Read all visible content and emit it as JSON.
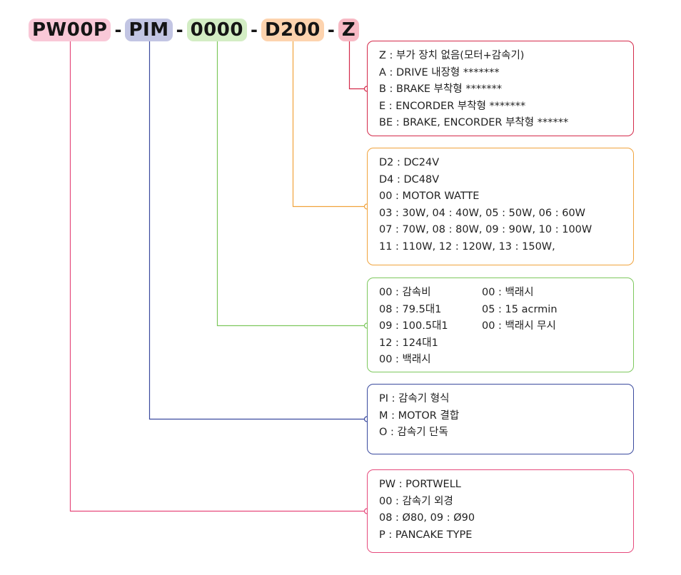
{
  "colors": {
    "z": "#d42a4a",
    "d200": "#f0a33d",
    "0000": "#7dc85d",
    "pim": "#3a4a9e",
    "pw00p": "#e64a7c",
    "z_bg": "#f7b9c4",
    "d200_bg": "#fdd3ae",
    "0000_bg": "#d3edc4",
    "pim_bg": "#c2c5e3",
    "pw00p_bg": "#f9c8d7"
  },
  "code": {
    "segments": [
      {
        "id": "pw00p",
        "text": "PW00P"
      },
      {
        "id": "pim",
        "text": "PIM"
      },
      {
        "id": "0000",
        "text": "0000"
      },
      {
        "id": "d200",
        "text": "D200"
      },
      {
        "id": "z",
        "text": "Z"
      }
    ],
    "separator": "-"
  },
  "boxes": {
    "z": {
      "lines": [
        "Z : 부가 장치 없음(모터+감속기)",
        "A : DRIVE 내장형  *******",
        "B : BRAKE 부착형  *******",
        "E : ENCORDER 부착형  *******",
        "BE : BRAKE, ENCORDER 부착형  ******"
      ]
    },
    "d200": {
      "lines": [
        "D2 : DC24V",
        "D4 : DC48V",
        "00 : MOTOR WATTE",
        "03 : 30W, 04 : 40W, 05 : 50W, 06 : 60W",
        "07 : 70W, 08 : 80W, 09 : 90W, 10 : 100W",
        "11 : 110W, 12 : 120W, 13 : 150W,"
      ]
    },
    "0000": {
      "left": [
        "00 : 감속비",
        "08 : 79.5대1",
        "09 : 100.5대1",
        "12 : 124대1",
        "00 : 백래시"
      ],
      "right": [
        "00 : 백래시",
        "05 : 15 acrmin",
        "00 : 백래시 무시"
      ]
    },
    "pim": {
      "lines": [
        "PI : 감속기 형식",
        "M : MOTOR 결합",
        "O : 감속기 단독"
      ]
    },
    "pw00p": {
      "lines": [
        "PW : PORTWELL",
        "00 : 감속기 외경",
        "08 : Ø80, 09 : Ø90",
        "P : PANCAKE TYPE"
      ]
    }
  }
}
